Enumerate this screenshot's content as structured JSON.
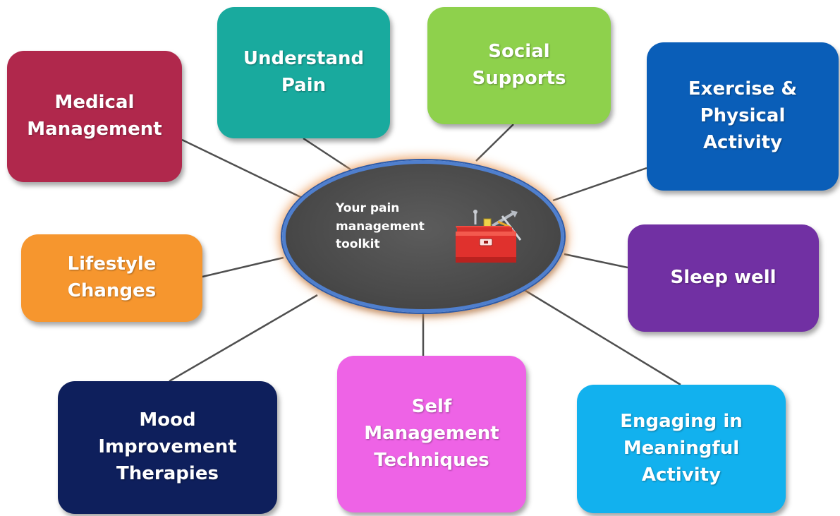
{
  "hub": {
    "label": "Your pain\nmanagement\ntoolkit",
    "icon": "toolbox-icon"
  },
  "nodes": [
    {
      "id": "medical-management",
      "lines": [
        "Medical",
        "Management"
      ],
      "color": "#b0284c"
    },
    {
      "id": "understand-pain",
      "lines": [
        "Understand",
        "Pain"
      ],
      "color": "#19aa9e"
    },
    {
      "id": "social-supports",
      "lines": [
        "Social",
        "Supports"
      ],
      "color": "#8ed14c"
    },
    {
      "id": "exercise-physical-activity",
      "lines": [
        "Exercise &",
        "Physical",
        "Activity"
      ],
      "color": "#0a5eb8"
    },
    {
      "id": "lifestyle-changes",
      "lines": [
        "Lifestyle",
        "Changes"
      ],
      "color": "#f6962e"
    },
    {
      "id": "sleep-well",
      "lines": [
        "Sleep well"
      ],
      "color": "#7130a3"
    },
    {
      "id": "mood-improvement-therapies",
      "lines": [
        "Mood",
        "Improvement",
        "Therapies"
      ],
      "color": "#0e1f5c"
    },
    {
      "id": "self-management-techniques",
      "lines": [
        "Self",
        "Management",
        "Techniques"
      ],
      "color": "#ee63e6"
    },
    {
      "id": "engaging-meaningful-activity",
      "lines": [
        "Engaging in",
        "Meaningful",
        "Activity"
      ],
      "color": "#12b1ee"
    }
  ],
  "colors": {
    "connector": "#4f4f4f",
    "hub_border": "#4f7fce",
    "hub_glow": "#eb9b5a",
    "toolbox_red": "#e0312d"
  }
}
